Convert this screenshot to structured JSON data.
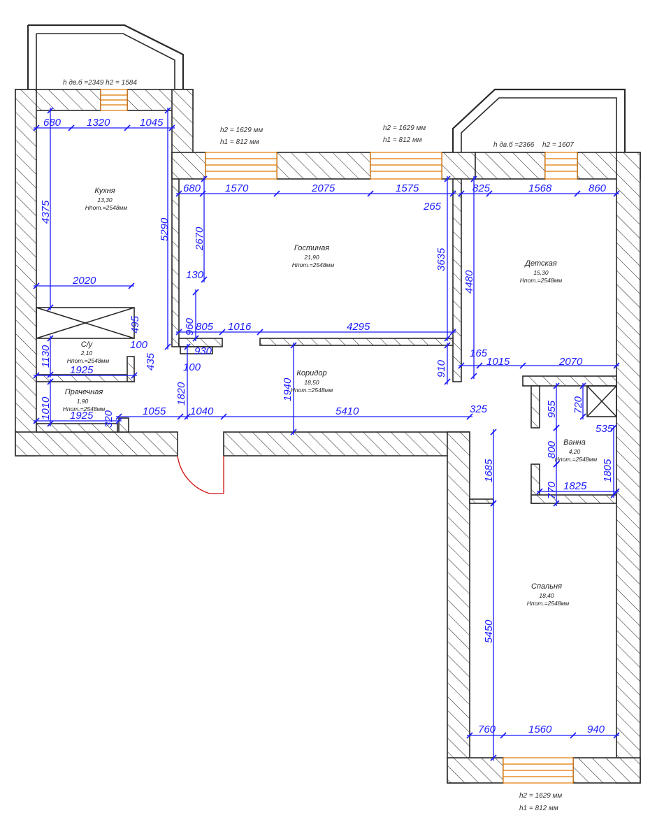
{
  "notes": {
    "kitchen_balcony": "h дв.б =2349 h2 = 1584",
    "living_win1_h2": "h2  =  1629 мм",
    "living_win1_h1": "h1  =  812 мм",
    "living_win2_h2": "h2  =  1629 мм",
    "living_win2_h1": "h1  =  812 мм",
    "kids_balcony": "h дв.б =2366",
    "kids_h2": "h2 = 1607",
    "bed_win_h2": "h2  =  1629 мм",
    "bed_win_h1": "h1  =  812 мм"
  },
  "rooms": {
    "kitchen": {
      "name": "Кухня",
      "area": "13,30",
      "height": "Hпот.=2548мм"
    },
    "living": {
      "name": "Гостиная",
      "area": "21,90",
      "height": "Hпот.=2548мм"
    },
    "kids": {
      "name": "Детская",
      "area": "15,30",
      "height": "Hпот.=2548мм"
    },
    "wc": {
      "name": "С/у",
      "area": "2,10",
      "height": "Hпот.=2548мм"
    },
    "laundry": {
      "name": "Прачечная",
      "area": "1,90",
      "height": "Hпот.=2548мм"
    },
    "corridor": {
      "name": "Коридор",
      "area": "18,50",
      "height": "Hпот.=2548мм"
    },
    "bath": {
      "name": "Ванна",
      "area": "4,20",
      "height": "Hпот.=2548мм"
    },
    "bedroom": {
      "name": "Спальня",
      "area": "18,40",
      "height": "Hпот.=2548мм"
    }
  },
  "dims": {
    "k_top1": "680",
    "k_top2": "1320",
    "k_top3": "1045",
    "k_left": "4375",
    "k_right": "5290",
    "k_mid": "2020",
    "k_495": "495",
    "wc_1130": "1130",
    "wc_100": "100",
    "wc_435": "435",
    "wc_1925": "1925",
    "la_1010": "1010",
    "la_1925": "1925",
    "la_320": "320",
    "l_680": "680",
    "l_1570": "1570",
    "l_2075": "2075",
    "l_1575": "1575",
    "l_265": "265",
    "l_2670": "2670",
    "l_130": "130",
    "l_3635": "3635",
    "l_960": "960",
    "l_805": "805",
    "l_1016": "1016",
    "l_4295": "4295",
    "l_930": "930",
    "l_100": "100",
    "c_1055": "1055",
    "c_1820": "1820",
    "c_1040": "1040",
    "c_1940": "1940",
    "c_5410": "5410",
    "c_325": "325",
    "c_910": "910",
    "c_165": "165",
    "c_1015": "1015",
    "d_825": "825",
    "d_1568": "1568",
    "d_860": "860",
    "d_4480": "4480",
    "d_2070": "2070",
    "b_955": "955",
    "b_720": "720",
    "b_535": "535",
    "b_800": "800",
    "b_1805": "1805",
    "b_770": "770",
    "b_1825": "1825",
    "s_1685": "1685",
    "s_5450": "5450",
    "s_760": "760",
    "s_1560": "1560",
    "s_940": "940"
  }
}
